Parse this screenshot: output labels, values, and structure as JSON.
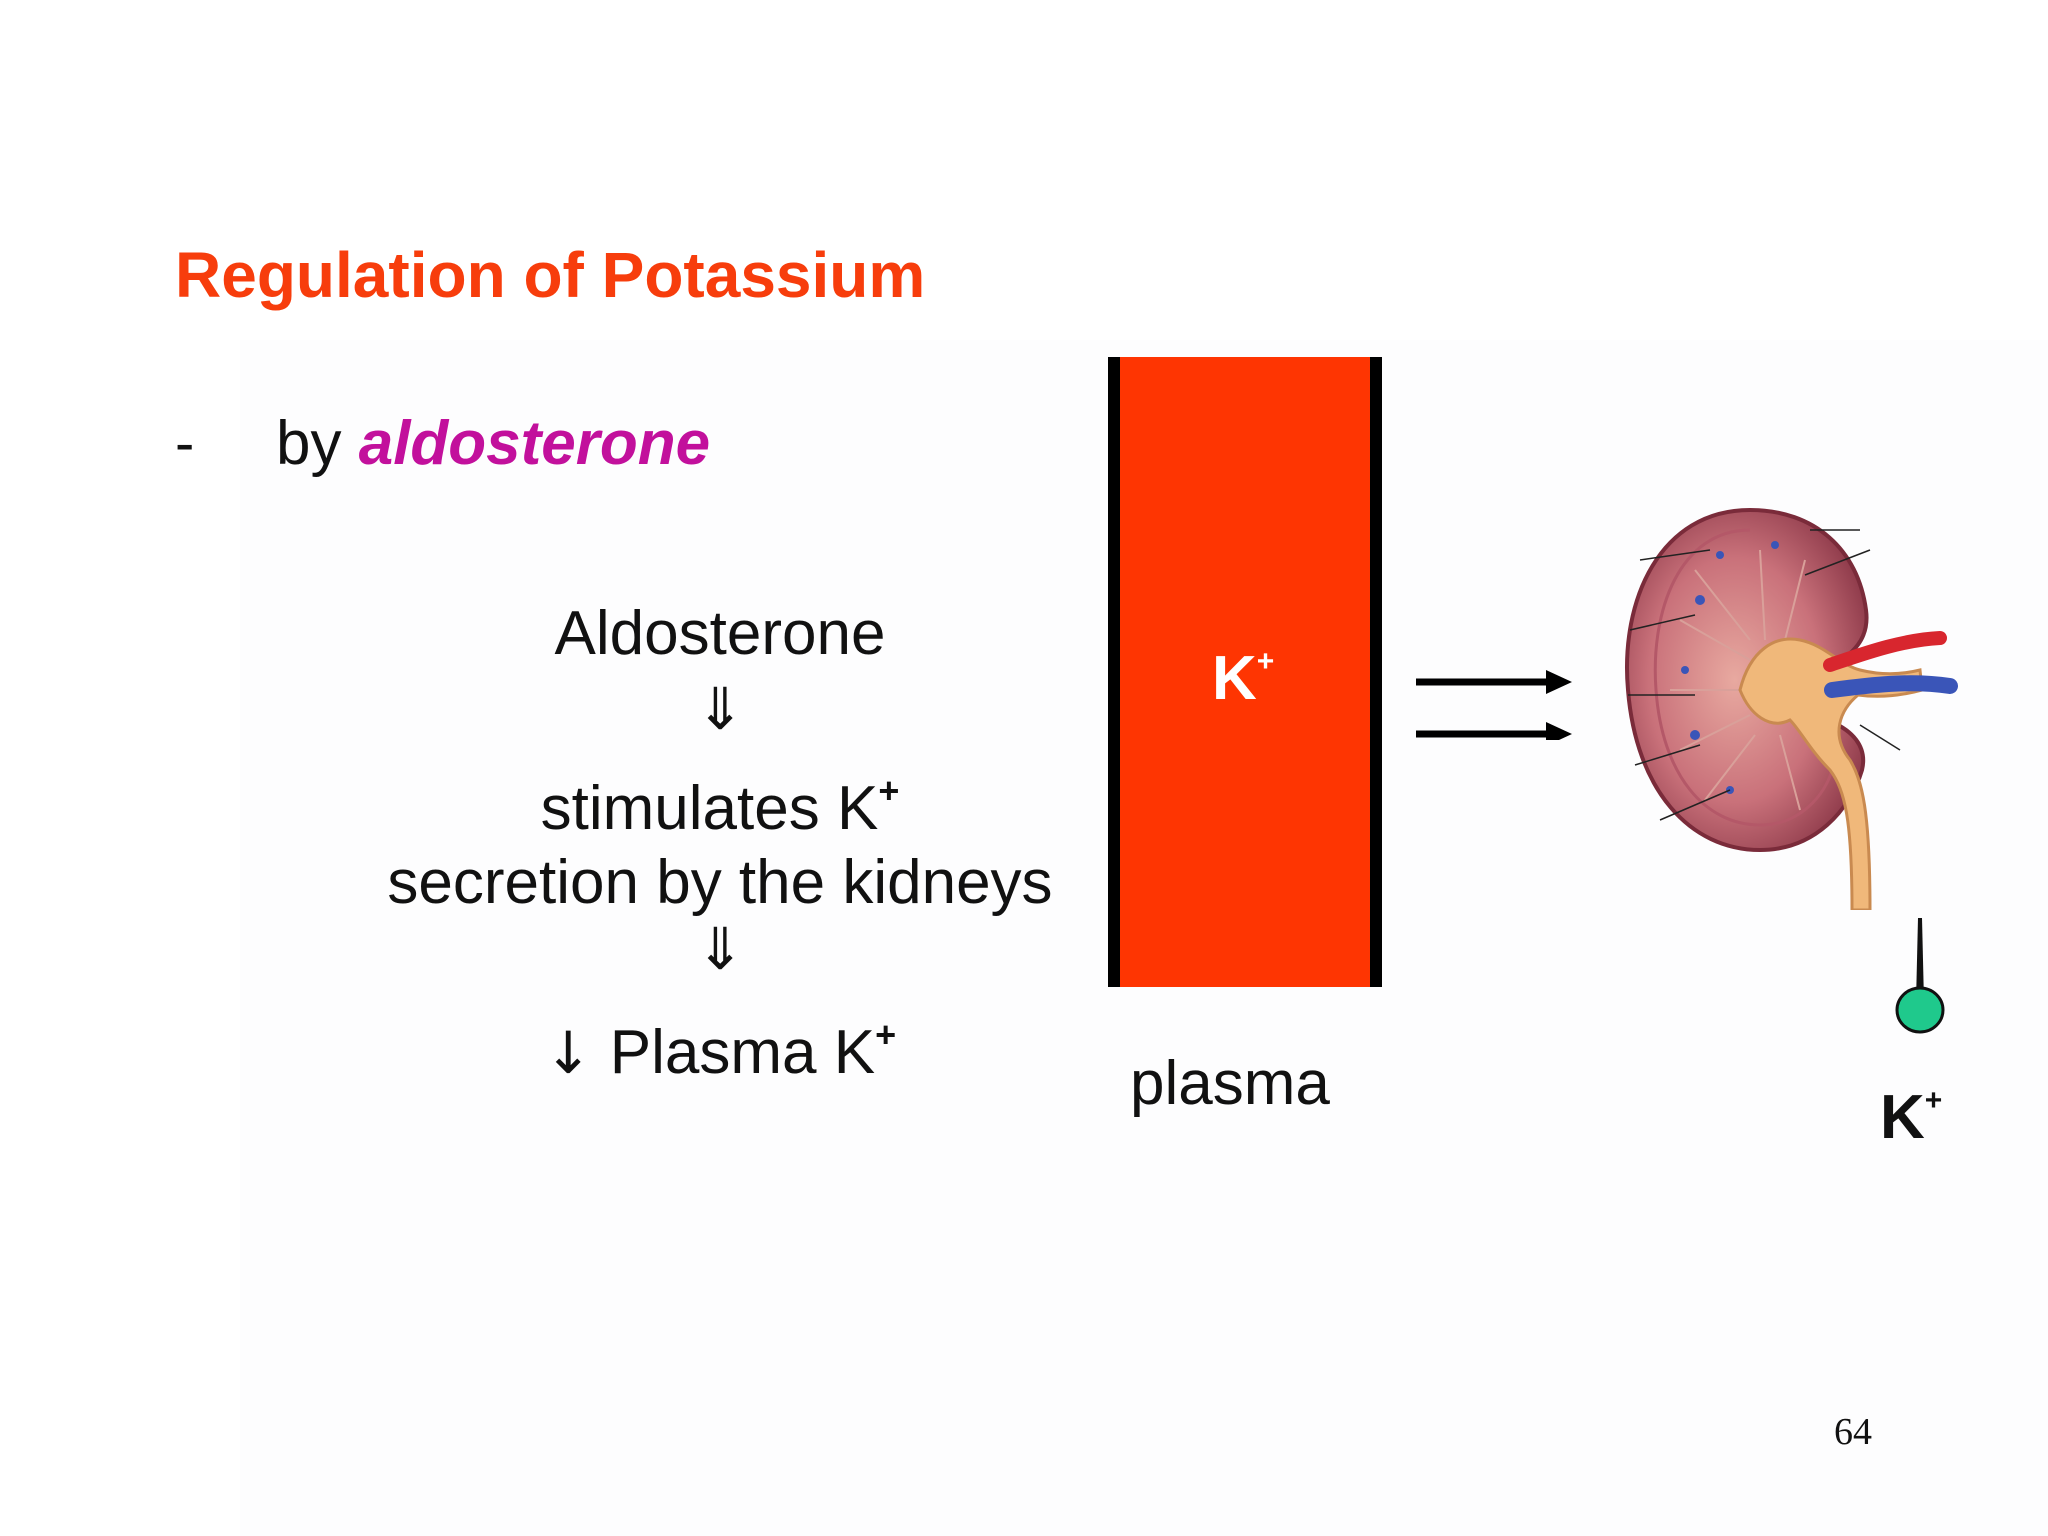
{
  "slide": {
    "title": "Regulation of Potassium",
    "bullet_dash": "-",
    "bullet_prefix": "by",
    "bullet_emphasis": "aldosterone",
    "flow": {
      "step1": "Aldosterone",
      "arrow": "⇓",
      "step2_line1": "stimulates K",
      "step2_sup": "+",
      "step2_line2": "secretion by the kidneys",
      "decrease_arrow": "↓",
      "step3": "Plasma K",
      "step3_sup": "+"
    },
    "box": {
      "ion": "K",
      "ion_sup": "+",
      "label": "plasma"
    },
    "kidney_output": {
      "ion": "K",
      "ion_sup": "+"
    },
    "page_number": "64"
  },
  "colors": {
    "title": "#f73d0c",
    "emphasis": "#c2109c",
    "plasma_box": "#fe3502",
    "drop": "#1fc98c"
  }
}
